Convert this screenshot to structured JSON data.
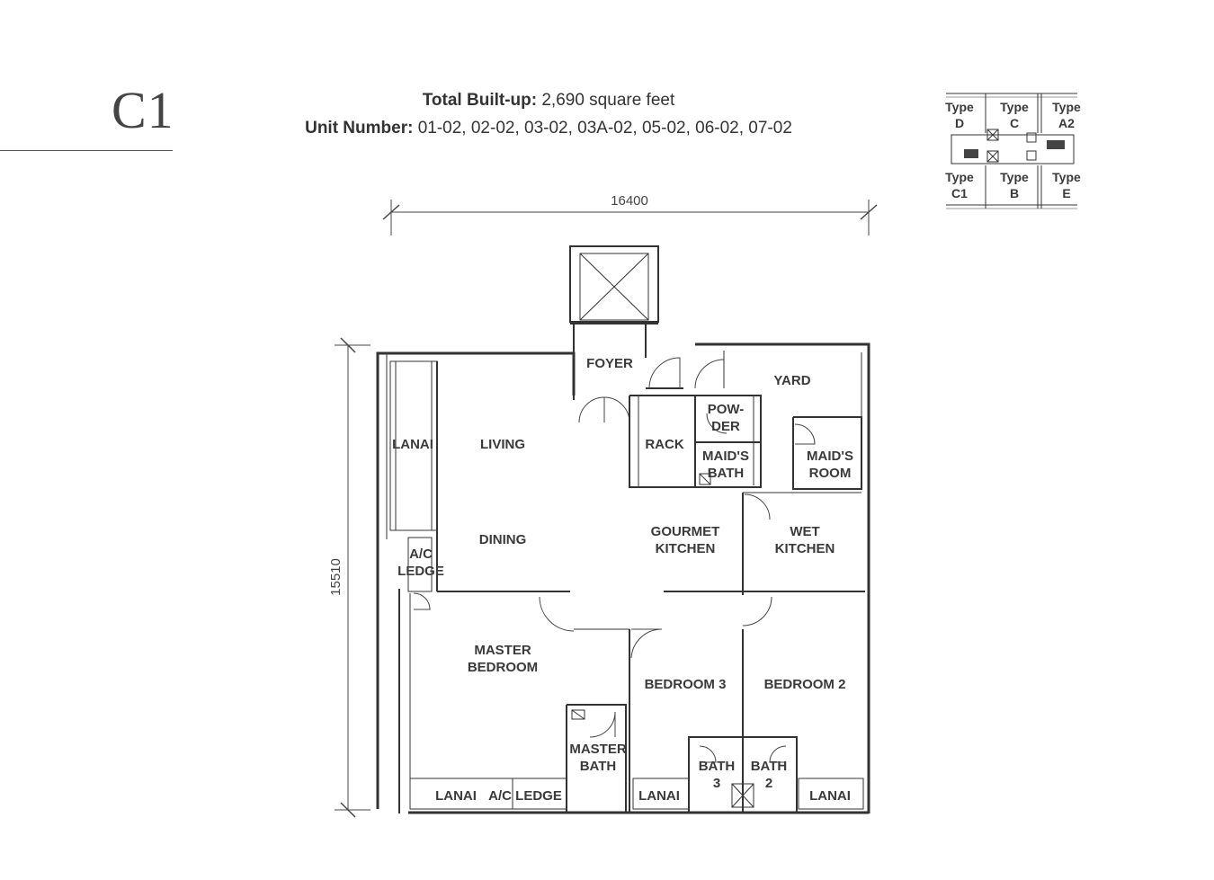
{
  "header": {
    "unit_type": "C1",
    "built_up_label": "Total Built-up:",
    "built_up_value": "2,690 square feet",
    "unit_number_label": "Unit Number:",
    "unit_number_value": "01-02, 02-02, 03-02, 03A-02, 05-02, 06-02, 07-02"
  },
  "dimensions": {
    "width": "16400",
    "depth": "15510"
  },
  "rooms": {
    "foyer": "FOYER",
    "yard": "YARD",
    "powder_1": "POW-",
    "powder_2": "DER",
    "rack": "RACK",
    "maids_bath_1": "MAID'S",
    "maids_bath_2": "BATH",
    "maids_room_1": "MAID'S",
    "maids_room_2": "ROOM",
    "lanai_left": "LANAI",
    "living": "LIVING",
    "dining": "DINING",
    "gourmet_kitchen_1": "GOURMET",
    "gourmet_kitchen_2": "KITCHEN",
    "wet_kitchen_1": "WET",
    "wet_kitchen_2": "KITCHEN",
    "ac_ledge_left_1": "A/C",
    "ac_ledge_left_2": "LEDGE",
    "master_bedroom_1": "MASTER",
    "master_bedroom_2": "BEDROOM",
    "bedroom_3": "BEDROOM 3",
    "bedroom_2": "BEDROOM 2",
    "master_bath_1": "MASTER",
    "master_bath_2": "BATH",
    "bath_3_1": "BATH",
    "bath_3_2": "3",
    "bath_2_1": "BATH",
    "bath_2_2": "2",
    "lanai_bottom_left": "LANAI",
    "ac_ledge_bottom": "A/C LEDGE",
    "lanai_bottom_mid": "LANAI",
    "lanai_bottom_right": "LANAI"
  },
  "key_plan": {
    "type_d_1": "Type",
    "type_d_2": "D",
    "type_c_1": "Type",
    "type_c_2": "C",
    "type_a2_1": "Type",
    "type_a2_2": "A2",
    "type_c1_1": "Type",
    "type_c1_2": "C1",
    "type_b_1": "Type",
    "type_b_2": "B",
    "type_e_1": "Type",
    "type_e_2": "E"
  }
}
